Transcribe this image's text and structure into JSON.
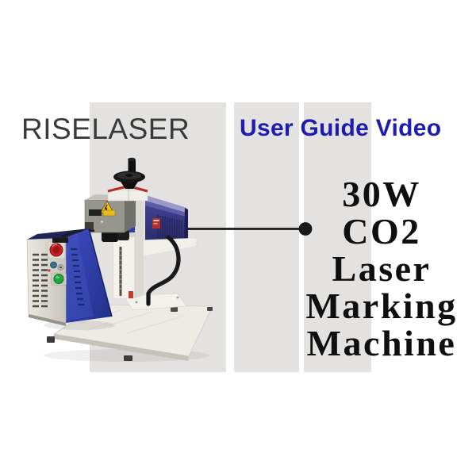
{
  "brand": {
    "logo": "RISELASER"
  },
  "header": {
    "video_label": "User Guide Video"
  },
  "product": {
    "title_lines": [
      "30W",
      "CO2",
      "Laser",
      "Marking",
      "Machine"
    ]
  },
  "colors": {
    "logo_gray": "#3a3a3a",
    "video_blue": "#1c1caf",
    "title_black": "#0f0f0f",
    "band_gray": "#e3e2e0",
    "machine_blue": "#2e3ea6",
    "tube_navy": "#35357c",
    "estop_red": "#c92121",
    "power_green": "#1fa33c",
    "callout_black": "#1a1a1a"
  }
}
